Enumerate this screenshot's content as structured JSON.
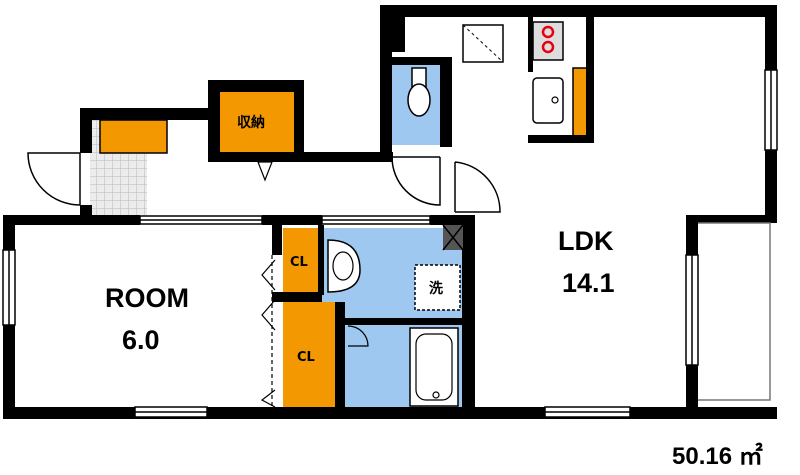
{
  "rooms": {
    "ldk": {
      "name": "LDK",
      "size": "14.1"
    },
    "room": {
      "name": "ROOM",
      "size": "6.0"
    },
    "storage": {
      "name": "収納"
    },
    "closet_upper": {
      "name": "CL"
    },
    "closet_lower": {
      "name": "CL"
    },
    "laundry": {
      "name": "洗"
    }
  },
  "total_area": "50.16 ㎡",
  "colors": {
    "wall": "#000000",
    "closet": "#f39800",
    "wet_area": "#9fc8f0",
    "entrance_tile": "#dcdcdc",
    "stove_burner": "#e60012"
  }
}
